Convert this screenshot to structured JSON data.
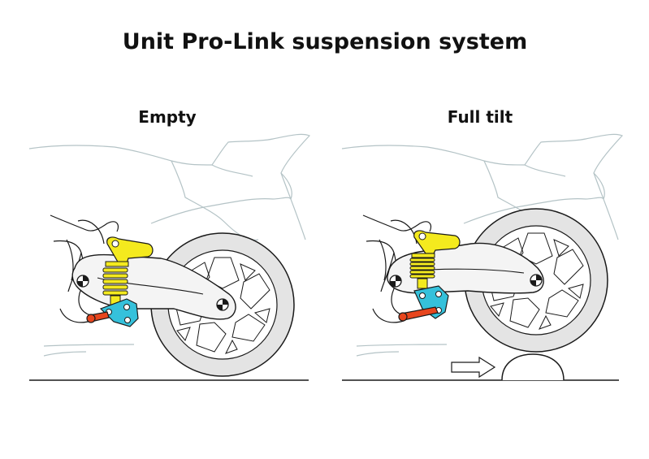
{
  "title": "Unit Pro-Link suspension system",
  "panels": [
    {
      "label": "Empty"
    },
    {
      "label": "Full tilt"
    }
  ],
  "colors": {
    "outline": "#b4c3c6",
    "tire": "#e4e4e4",
    "shock": "#f4ea1e",
    "link": "#35c1db",
    "rod": "#e8461e",
    "swingarm": "#f4f4f4",
    "stroke": "#1a1a1a"
  }
}
